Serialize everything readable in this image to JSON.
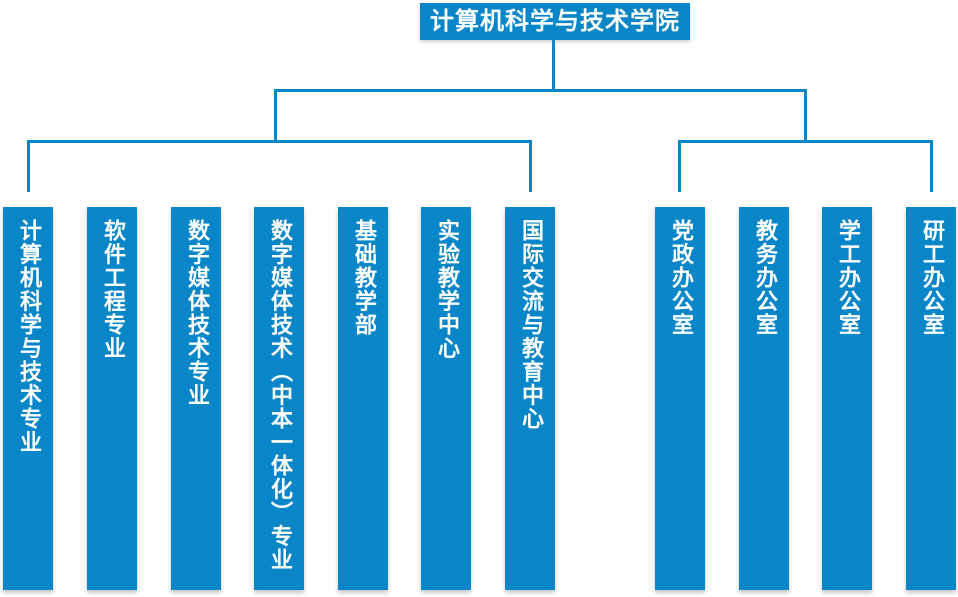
{
  "org": {
    "root": {
      "label": "计算机科学与技术学院"
    },
    "left_group": {
      "name": "teaching-units",
      "nodes": [
        {
          "label": "计算机科学与技术专业"
        },
        {
          "label": "软件工程专业"
        },
        {
          "label": "数字媒体技术专业"
        },
        {
          "label": "数字媒体技术（中本一体化）专业"
        },
        {
          "label": "基础教学部"
        },
        {
          "label": "实验教学中心"
        },
        {
          "label": "国际交流与教育中心"
        }
      ]
    },
    "right_group": {
      "name": "offices",
      "nodes": [
        {
          "label": "党政办公室"
        },
        {
          "label": "教务办公室"
        },
        {
          "label": "学工办公室"
        },
        {
          "label": "研工办公室"
        }
      ]
    }
  },
  "colors": {
    "node_fill": "#0886C8",
    "connector": "#0886C8",
    "node_text": "#FFFFFF",
    "background": "#FFFFFF"
  }
}
